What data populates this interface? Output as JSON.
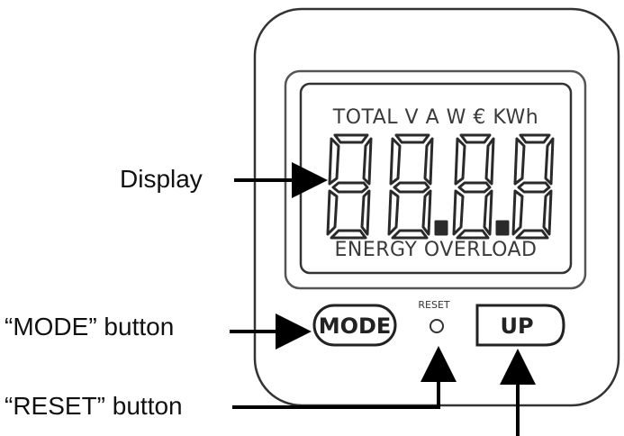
{
  "callouts": {
    "display": "Display",
    "mode_button": "“MODE” button",
    "reset_button": "“RESET” button"
  },
  "lcd": {
    "top_legend": "TOTAL V A W € KWh",
    "bottom_legend": "ENERGY OVERLOAD",
    "digits": "88.8.8"
  },
  "buttons": {
    "mode_label": "MODE",
    "reset_label": "RESET",
    "up_label": "UP"
  }
}
